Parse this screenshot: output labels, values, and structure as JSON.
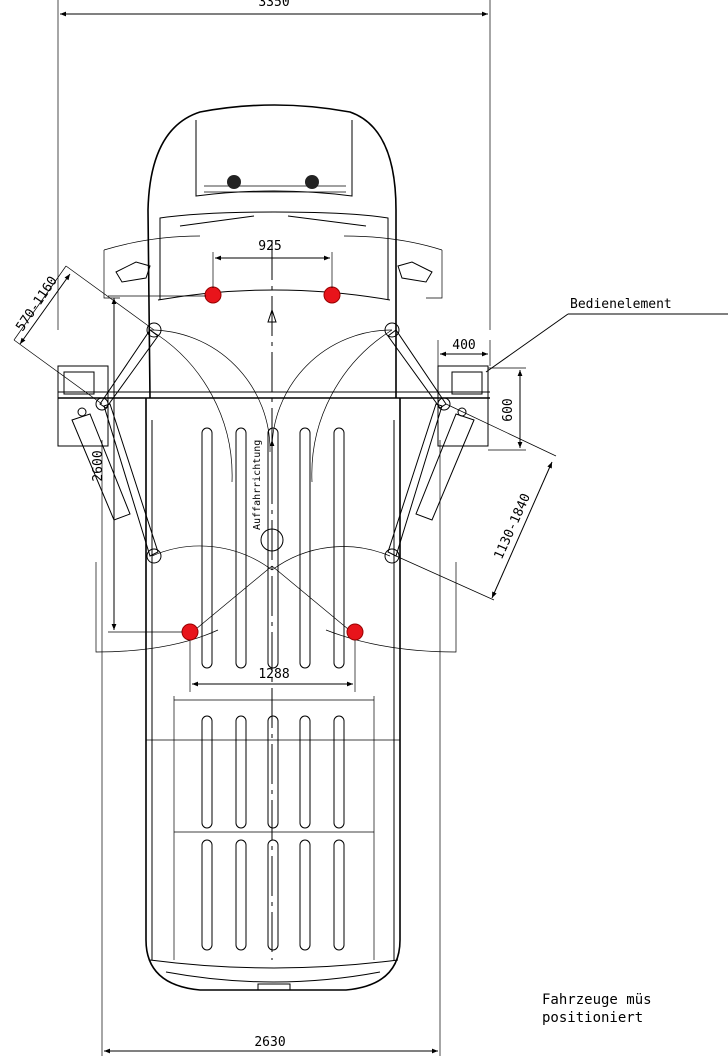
{
  "dimensions": {
    "overall_width": "3350",
    "front_points": "925",
    "rear_points": "1288",
    "bottom_width": "2630",
    "arm_front": "570-1160",
    "arm_rear": "1130-1840",
    "column_depth": "600",
    "column_offset": "400",
    "wheelbase": "2600"
  },
  "labels": {
    "control_element": "Bedienelement",
    "drive_direction": "Auffahrrichtung"
  },
  "note": {
    "line1": "Fahrzeuge müs",
    "line2": "positioniert"
  },
  "colors": {
    "lift_point": "#e8141b",
    "line": "#000000"
  }
}
